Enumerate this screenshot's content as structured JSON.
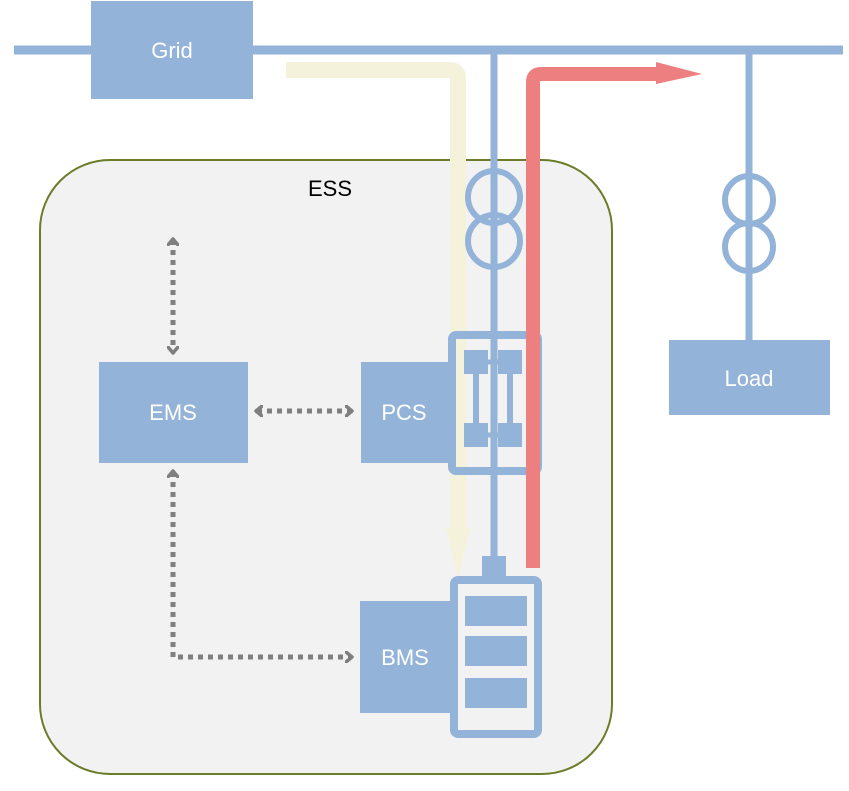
{
  "labels": {
    "grid": "Grid",
    "ess": "ESS",
    "ems": "EMS",
    "pcs": "PCS",
    "bms": "BMS",
    "load": "Load"
  },
  "colors": {
    "component_fill": "#94b3d8",
    "bus_line": "#94b3d8",
    "ess_background": "#f2f2f2",
    "ess_border": "#6b7d2a",
    "control_arrow": "#7f7f7f",
    "charge_flow": "#f5f2dc",
    "discharge_flow": "#ee7f80"
  },
  "icons": {
    "transformer_ess": "transformer-icon",
    "transformer_load": "transformer-icon",
    "converter": "power-converter-icon",
    "battery": "battery-icon"
  }
}
